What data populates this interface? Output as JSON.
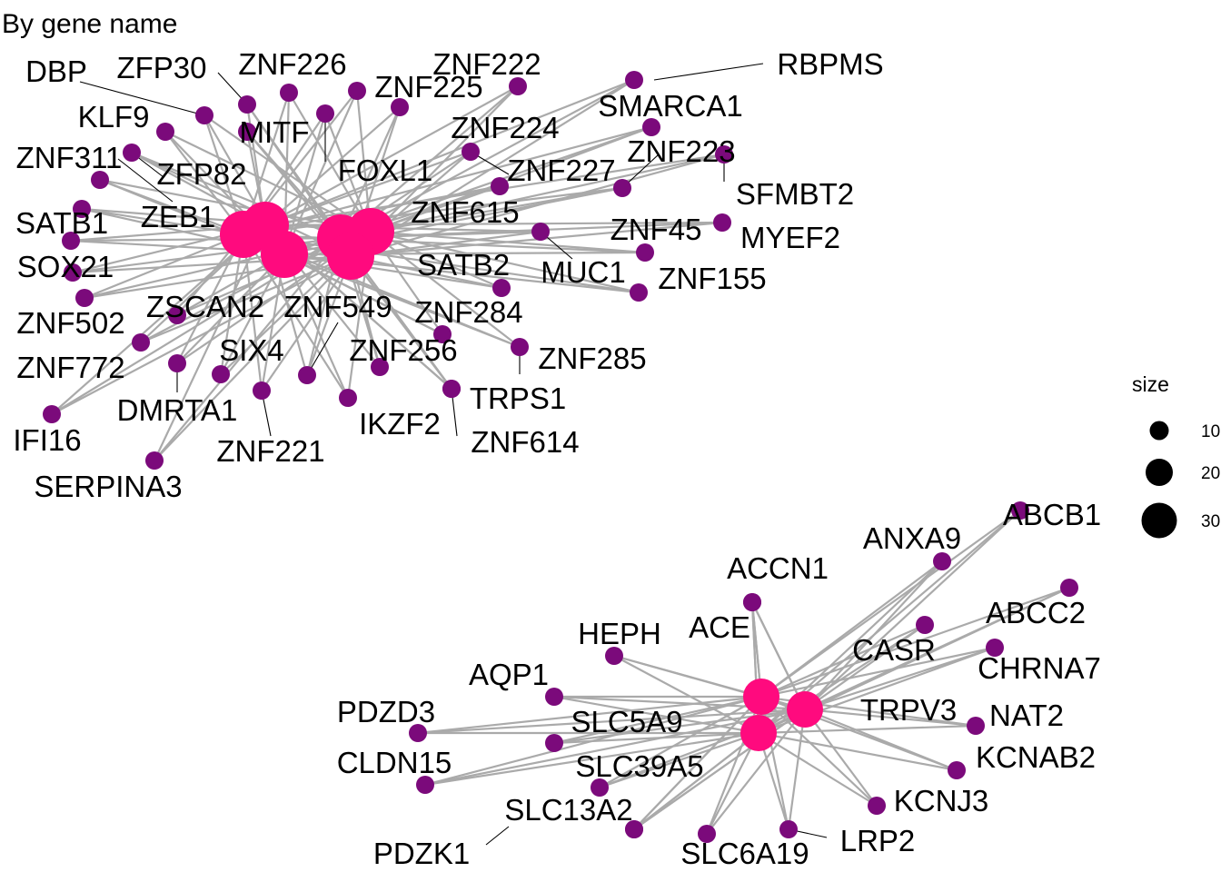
{
  "title": "By gene name",
  "legend": {
    "title": "size",
    "entries": [
      {
        "label": "10",
        "value": 10
      },
      {
        "label": "20",
        "value": 20
      },
      {
        "label": "30",
        "value": 30
      }
    ]
  },
  "colors": {
    "gene": "#7b0a7b",
    "category": "#ff0a7e",
    "edge": "#aaaaaa"
  },
  "networks": [
    {
      "genes": [
        "DBP",
        "ZFP30",
        "ZNF226",
        "ZNF222",
        "ZNF225",
        "RBPMS",
        "KLF9",
        "MITF",
        "SMARCA1",
        "ZNF224",
        "ZNF311",
        "ZFP82",
        "FOXL1",
        "ZNF227",
        "ZNF223",
        "SFMBT2",
        "ZEB1",
        "SATB1",
        "ZNF615",
        "MYEF2",
        "ZNF45",
        "SOX21",
        "SATB2",
        "MUC1",
        "ZNF155",
        "ZNF502",
        "ZSCAN2",
        "ZNF549",
        "ZNF284",
        "ZNF772",
        "SIX4",
        "ZNF256",
        "ZNF285",
        "TRPS1",
        "DMRTA1",
        "IFI16",
        "IKZF2",
        "ZNF614",
        "ZNF221",
        "SERPINA3"
      ]
    },
    {
      "genes": [
        "ABCB1",
        "ANXA9",
        "ACCN1",
        "ACE",
        "HEPH",
        "ABCC2",
        "CASR",
        "CHRNA7",
        "AQP1",
        "TRPV3",
        "NAT2",
        "PDZD3",
        "SLC5A9",
        "KCNAB2",
        "CLDN15",
        "SLC39A5",
        "KCNJ3",
        "SLC13A2",
        "PDZK1",
        "LRP2",
        "SLC6A19"
      ]
    }
  ]
}
